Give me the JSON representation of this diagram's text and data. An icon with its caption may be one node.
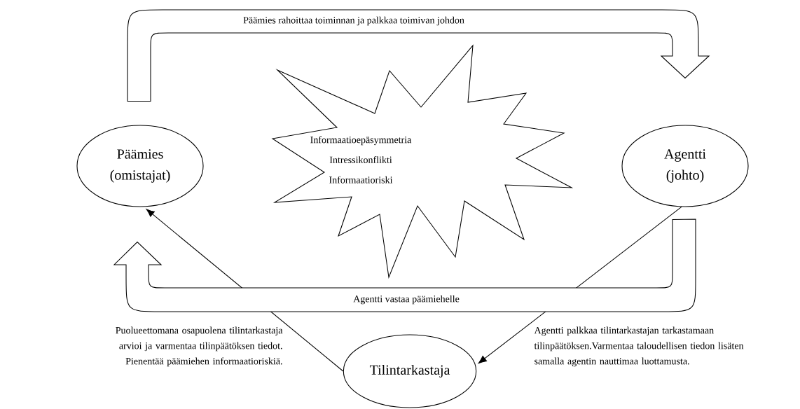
{
  "diagram": {
    "nodes": [
      {
        "text": [
          "Päämies (omistajat)"
        ]
      },
      {
        "text": [
          "Agentti (johto)"
        ]
      },
      {
        "text": [
          "Informaatioepäsymmetria",
          "Intressikonflikti",
          "Informaatioriski"
        ]
      },
      {
        "text": [
          "Tilintarkastaja"
        ]
      }
    ],
    "edges": [
      {
        "from": 0,
        "to": 1,
        "arrow": "to",
        "style": "thick",
        "label": "Päämies rahoittaa toiminnan ja palkkaa toimivan johdon"
      },
      {
        "from": 1,
        "to": 0,
        "arrow": "to",
        "style": "thick",
        "label": "Agentti vastaa päämiehelle"
      },
      {
        "from": 3,
        "to": 0,
        "arrow": "to"
      },
      {
        "from": 1,
        "to": 3,
        "arrow": "to"
      }
    ],
    "labels": [
      "Puolueettomana osapuolena tilintarkastaja arvioi ja varmentaa tilinpäätöksen tiedot. Pienentää päämiehen informaatioriskiä.",
      "Agentti palkkaa tilintarkastajan tarkastamaan tilinpäätöksen.Varmentaa taloudellisen tiedon lisäten samalla agentin nauttimaa luottamusta."
    ]
  }
}
